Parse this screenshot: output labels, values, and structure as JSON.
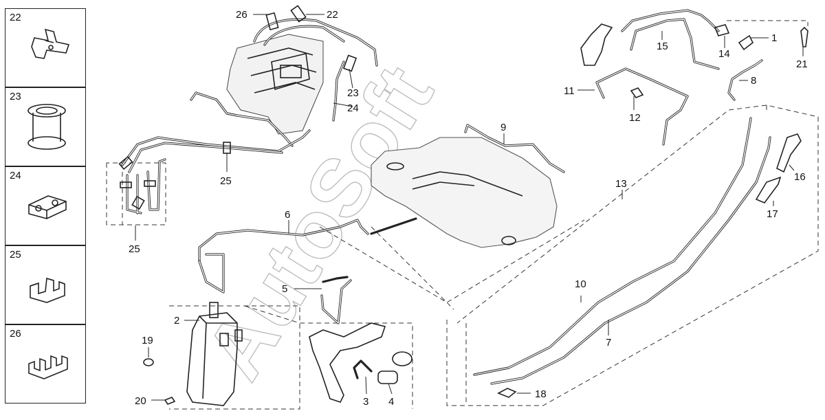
{
  "legend_boxes": [
    {
      "label": "22",
      "icon": "bracket-clip-icon"
    },
    {
      "label": "23",
      "icon": "grommet-icon"
    },
    {
      "label": "24",
      "icon": "clamp-block-icon"
    },
    {
      "label": "25",
      "icon": "double-clip-icon"
    },
    {
      "label": "26",
      "icon": "triple-clip-icon"
    }
  ],
  "callouts": [
    "1",
    "2",
    "3",
    "4",
    "5",
    "6",
    "7",
    "8",
    "9",
    "10",
    "11",
    "12",
    "13",
    "14",
    "15",
    "16",
    "17",
    "18",
    "19",
    "20",
    "21",
    "22",
    "23",
    "24",
    "25",
    "25",
    "26"
  ],
  "watermark": "AutoSoft",
  "colors": {
    "line": "#222222",
    "background": "#ffffff",
    "watermark": "#bdbdbd"
  }
}
